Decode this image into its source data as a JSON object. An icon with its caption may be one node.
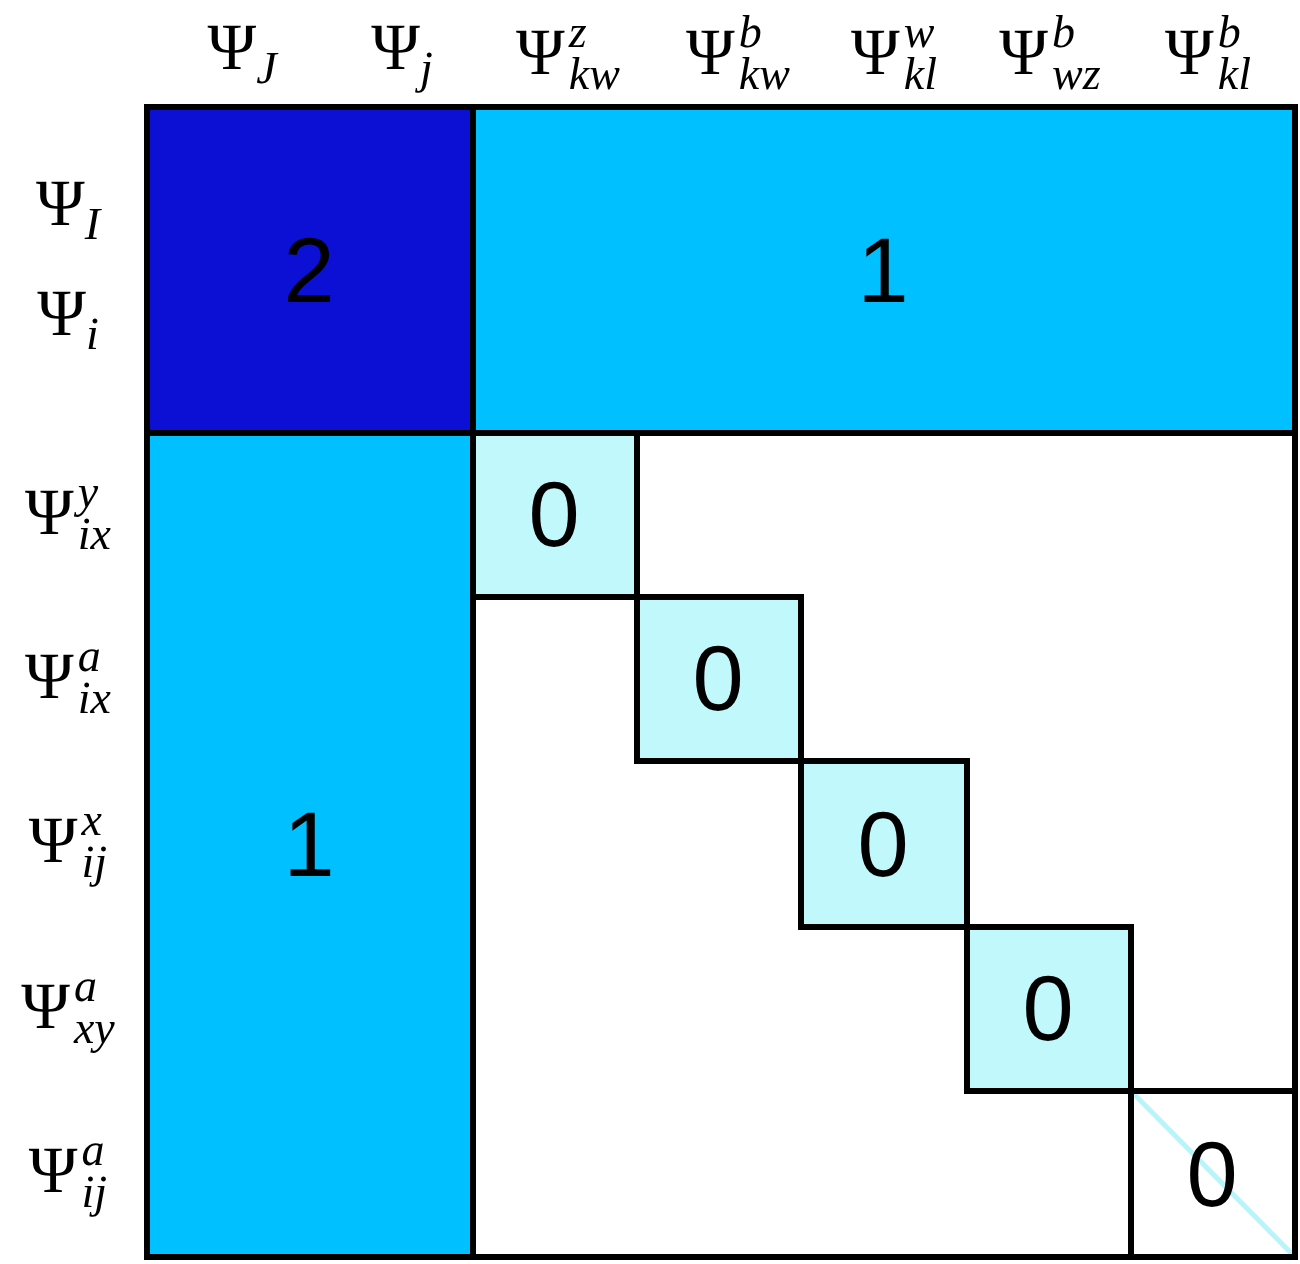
{
  "diagram": {
    "nodes": [
      {
        "text": [
          "2"
        ]
      },
      {
        "text": [
          "1"
        ]
      },
      {
        "text": [
          "1"
        ]
      },
      {
        "text": [
          "0"
        ]
      },
      {
        "text": [
          "0"
        ]
      },
      {
        "text": [
          "0"
        ]
      },
      {
        "text": [
          "0"
        ]
      },
      {
        "text": [
          "0"
        ]
      }
    ],
    "labels": [
      "Ψ$_{J}$",
      "Ψ$_{j}$",
      "Ψ$^{z}$$_{kw}$",
      "Ψ$^{b}$$_{kw}$",
      "Ψ$^{w}$$_{kl}$",
      "Ψ$^{b}$$_{wz}$",
      "Ψ$^{b}$$_{kl}$",
      "Ψ$_{I}$",
      "Ψ$_{i}$",
      "Ψ$^{y}$$_{ix}$",
      "Ψ$^{a}$$_{ix}$",
      "Ψ$^{x}$$_{ij}$",
      "Ψ$^{a}$$_{xy}$",
      "Ψ$^{a}$$_{ij}$"
    ]
  }
}
